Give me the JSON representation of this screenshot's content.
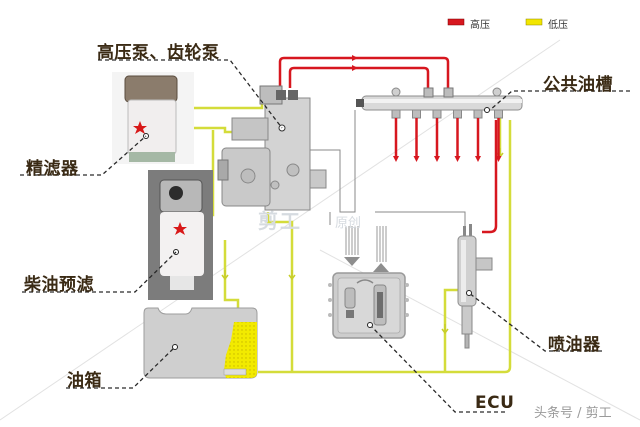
{
  "legend": {
    "high_pressure": {
      "label": "高压",
      "color": "#d7171f"
    },
    "low_pressure": {
      "label": "低压",
      "color": "#f2e600"
    }
  },
  "colors": {
    "high_pressure_line": "#d7171f",
    "low_pressure_line": "#d4dc3a",
    "control_wire": "#8a8a8a",
    "label_text": "#3a2a14",
    "tank_fill": "#cfcfcf",
    "fuel_fill": "#f2ea00"
  },
  "labels": {
    "pump": "高压泵、齿轮泵",
    "common_rail": "公共油槽",
    "fine_filter": "精滤器",
    "pre_filter": "柴油预滤",
    "tank": "油箱",
    "injector": "喷油器",
    "ecu": "ECU"
  },
  "watermarks": {
    "center_main": "剪工",
    "center_sub": "原创",
    "corner": "头条号 / 剪工"
  },
  "components": [
    {
      "id": "fine-filter",
      "name": "精滤器"
    },
    {
      "id": "pre-filter",
      "name": "柴油预滤"
    },
    {
      "id": "high-pressure-pump",
      "name": "高压泵、齿轮泵"
    },
    {
      "id": "common-rail",
      "name": "公共油槽",
      "outlets": 6
    },
    {
      "id": "ecu",
      "name": "ECU"
    },
    {
      "id": "injector",
      "name": "喷油器"
    },
    {
      "id": "fuel-tank",
      "name": "油箱"
    }
  ]
}
